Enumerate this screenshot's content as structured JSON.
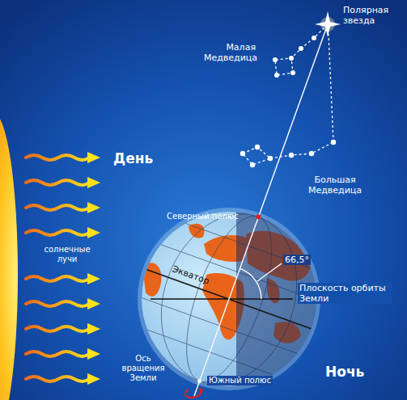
{
  "diagram": {
    "labels": [
      "Полярная звезда",
      "Малая Медведица",
      "День",
      "Большая Медведица",
      "Северный полюс",
      "солнечные лучи",
      "Экватор",
      "66,5°",
      "Плоскость орбиты Земли",
      "Ночь",
      "Ось вращения Земли",
      "Южный полюс"
    ]
  }
}
